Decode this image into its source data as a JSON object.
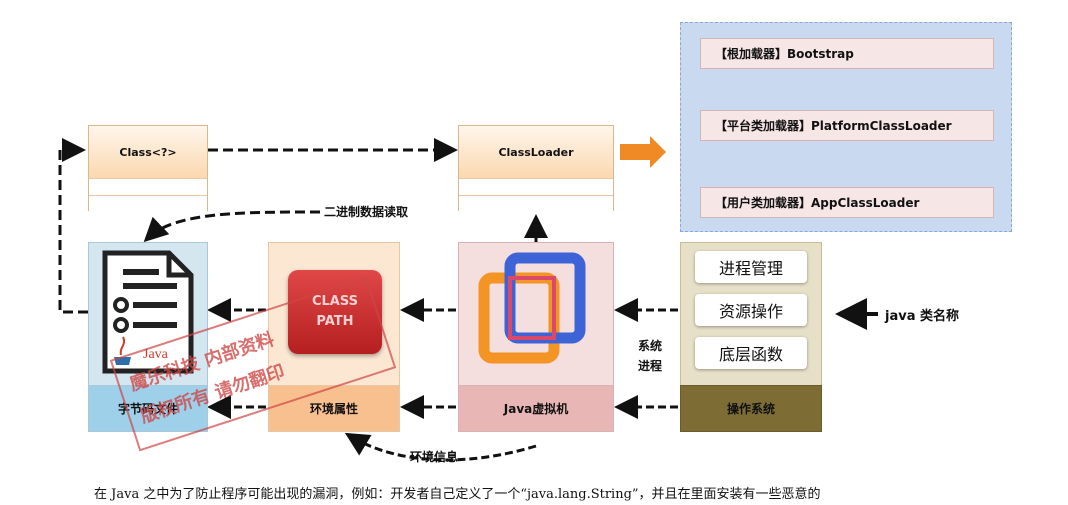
{
  "class_box": {
    "title": "Class<?>"
  },
  "classloader_box": {
    "title": "ClassLoader"
  },
  "loaders": {
    "bootstrap": "【根加载器】Bootstrap",
    "platform": "【平台类加载器】PlatformClassLoader",
    "app": "【用户类加载器】AppClassLoader"
  },
  "labels": {
    "binary_read": "二进制数据读取",
    "system_process": "系统\n进程",
    "env_info": "环境信息",
    "java_class_name": "java 类名称"
  },
  "panels": {
    "bytecode": "字节码文件",
    "classpath": "环境属性",
    "jvm": "Java虚拟机",
    "os": "操作系统"
  },
  "os_items": [
    "进程管理",
    "资源操作",
    "底层函数"
  ],
  "classpath_icon": {
    "line1": "CLASS",
    "line2": "PATH"
  },
  "java_icon": {
    "text": "Java"
  },
  "stamp": {
    "line1": "魔乐科技 内部资料",
    "line2": "版权所有 请勿翻印"
  },
  "bottom_text": "在 Java 之中为了防止程序可能出现的漏洞，例如：开发者自己定义了一个“java.lang.String”，并且在里面安装有一些恶意的",
  "colors": {
    "bytecode_bg": "#d4e7f1",
    "bytecode_label_bg": "#9ed0ea",
    "classpath_bg": "#fbe7d2",
    "classpath_label_bg": "#f9c08f",
    "jvm_bg": "#f4dede",
    "jvm_label_bg": "#e9b6b6",
    "os_bg": "#e7e0c8",
    "os_label_bg": "#7d6d35",
    "arrow_orange": "#f08a24"
  }
}
